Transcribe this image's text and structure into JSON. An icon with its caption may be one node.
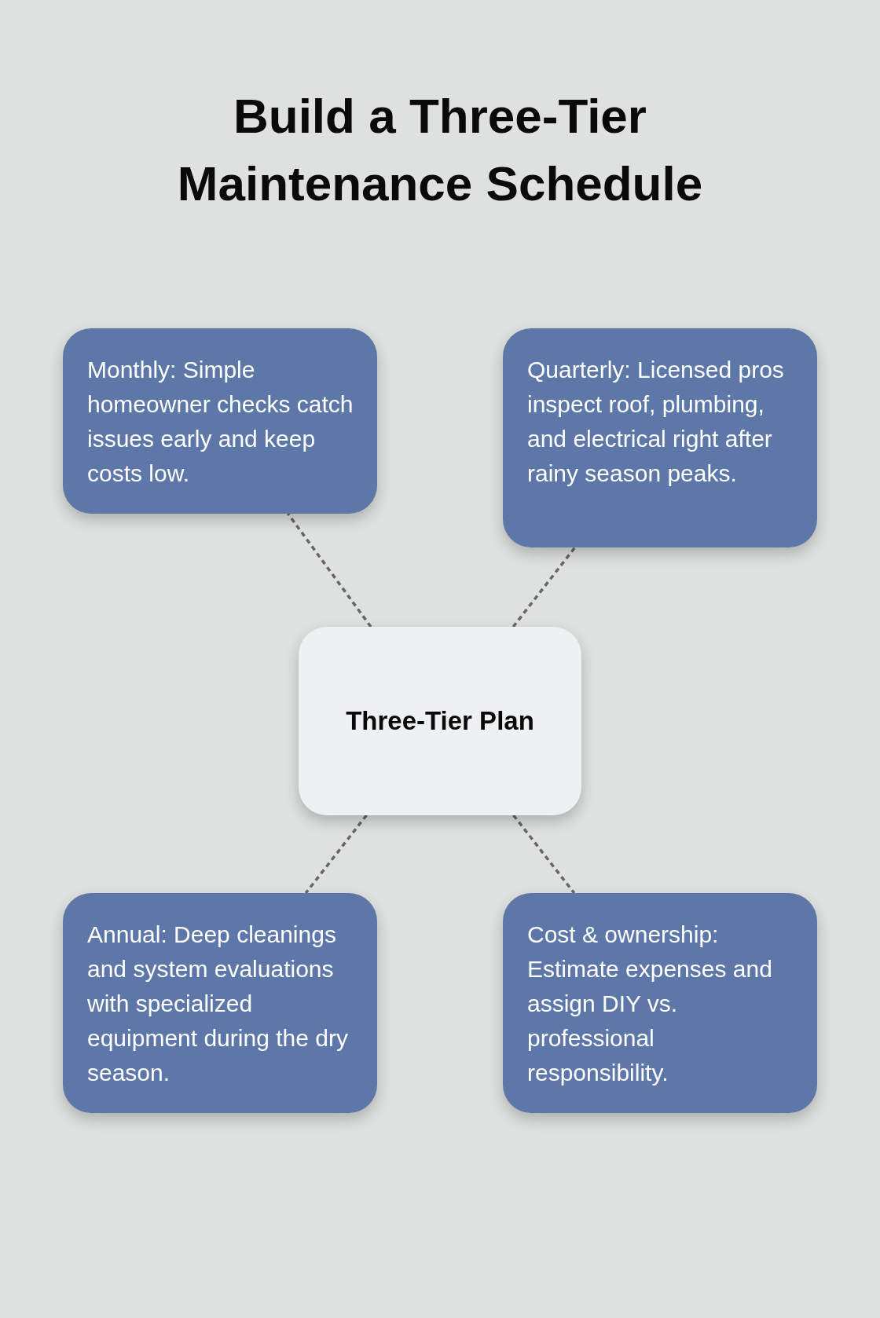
{
  "diagram": {
    "title": "Build a Three-Tier Maintenance Schedule",
    "nodes": [
      {
        "text": [
          "Monthly: Simple homeowner checks catch issues early and keep costs low."
        ]
      },
      {
        "text": [
          "Quarterly: Licensed pros inspect roof, plumbing, and electrical right after rainy season peaks."
        ]
      },
      {
        "text": [
          "Three-Tier Plan"
        ]
      },
      {
        "text": [
          "Annual: Deep cleanings and system evaluations with specialized equipment during the dry season."
        ]
      },
      {
        "text": [
          "Cost & ownership: Estimate expenses and assign DIY vs. professional responsibility."
        ]
      }
    ],
    "edges": [
      {
        "from": 2,
        "to": 0,
        "arrow": "none",
        "style": "dashed"
      },
      {
        "from": 2,
        "to": 1,
        "arrow": "none",
        "style": "dashed"
      },
      {
        "from": 2,
        "to": 3,
        "arrow": "none",
        "style": "dashed"
      },
      {
        "from": 2,
        "to": 4,
        "arrow": "none",
        "style": "dashed"
      }
    ]
  }
}
